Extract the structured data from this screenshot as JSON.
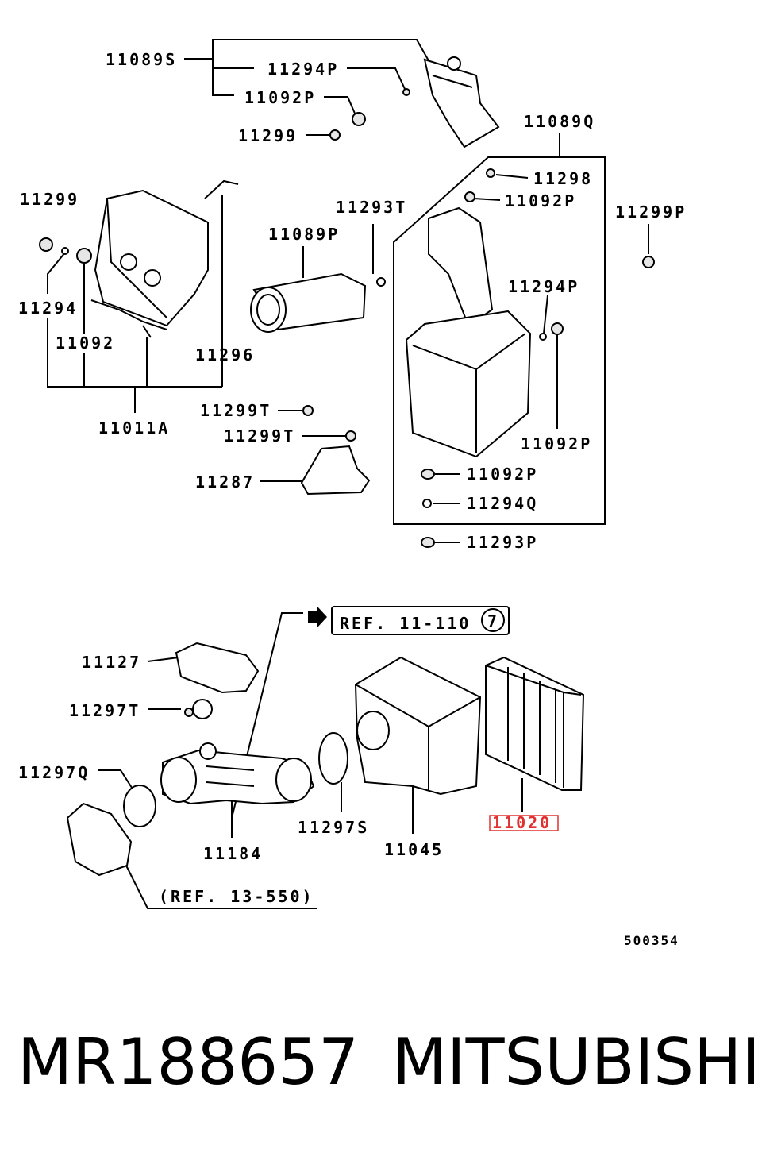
{
  "labels": {
    "p11089S": "11089S",
    "p11294P_a": "11294P",
    "p11092P_a": "11092P",
    "p11299_a": "11299",
    "p11089Q": "11089Q",
    "p11298": "11298",
    "p11092P_b": "11092P",
    "p11299P": "11299P",
    "p11299_b": "11299",
    "p11293T": "11293T",
    "p11089P": "11089P",
    "p11294": "11294",
    "p11092": "11092",
    "p11296": "11296",
    "p11294P_b": "11294P",
    "p11092P_c": "11092P",
    "p11011A": "11011A",
    "p11299T_a": "11299T",
    "p11299T_b": "11299T",
    "p11287": "11287",
    "p11092P_d": "11092P",
    "p11294Q": "11294Q",
    "p11293P": "11293P",
    "ref_11_110": "REF. 11-110",
    "ref_11_110_num": "7",
    "p11127": "11127",
    "p11297T": "11297T",
    "p11297Q": "11297Q",
    "p11184": "11184",
    "p11297S": "11297S",
    "p11045": "11045",
    "p11020": "11020",
    "ref_13_550": "(REF. 13-550)",
    "diagram_no": "500354"
  },
  "caption": {
    "part_number": "MR188657",
    "brand": "MITSUBISHI"
  },
  "colors": {
    "line": "#000000",
    "highlight": "#e03030"
  },
  "highlighted_part": "11020"
}
